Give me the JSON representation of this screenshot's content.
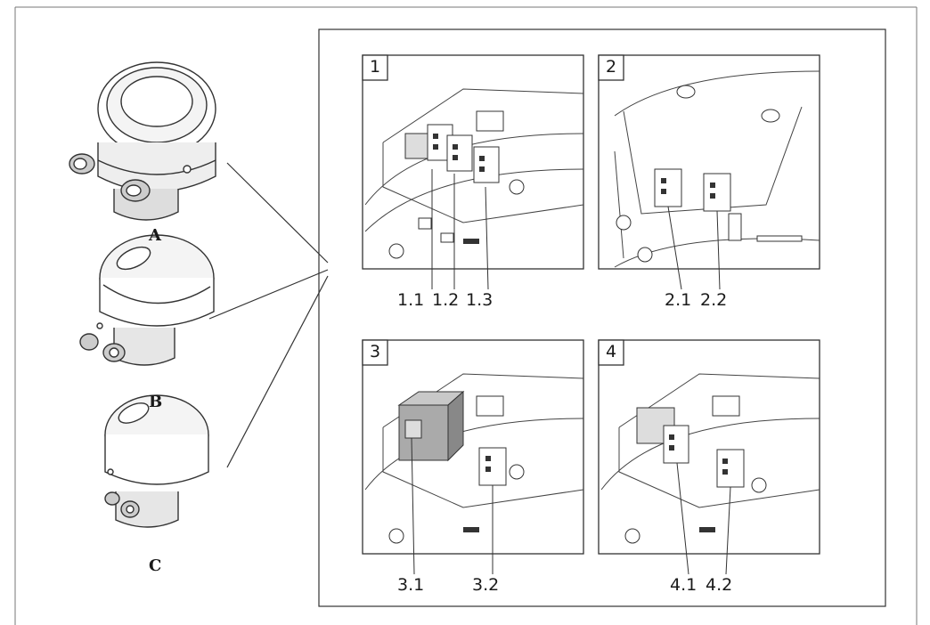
{
  "housings": [
    {
      "label": "A",
      "icon": "dual-compartment-housing"
    },
    {
      "label": "B",
      "icon": "compact-housing-with-terminals"
    },
    {
      "label": "C",
      "icon": "compact-housing-ultracompact"
    }
  ],
  "panels": [
    {
      "number": "1",
      "callouts": [
        "1.1",
        "1.2",
        "1.3"
      ]
    },
    {
      "number": "2",
      "callouts": [
        "2.1",
        "2.2"
      ]
    },
    {
      "number": "3",
      "callouts": [
        "3.1",
        "3.2"
      ]
    },
    {
      "number": "4",
      "callouts": [
        "4.1",
        "4.2"
      ]
    }
  ]
}
